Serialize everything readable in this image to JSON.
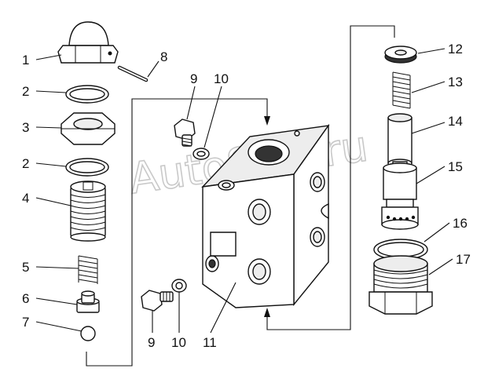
{
  "watermark": "AutoSoft.ru",
  "callouts": {
    "c1": "1",
    "c2a": "2",
    "c2b": "2",
    "c3": "3",
    "c4": "4",
    "c5": "5",
    "c6": "6",
    "c7": "7",
    "c8": "8",
    "c9a": "9",
    "c10a": "10",
    "c9b": "9",
    "c10b": "10",
    "c11": "11",
    "c12": "12",
    "c13": "13",
    "c14": "14",
    "c15": "15",
    "c16": "16",
    "c17": "17"
  }
}
